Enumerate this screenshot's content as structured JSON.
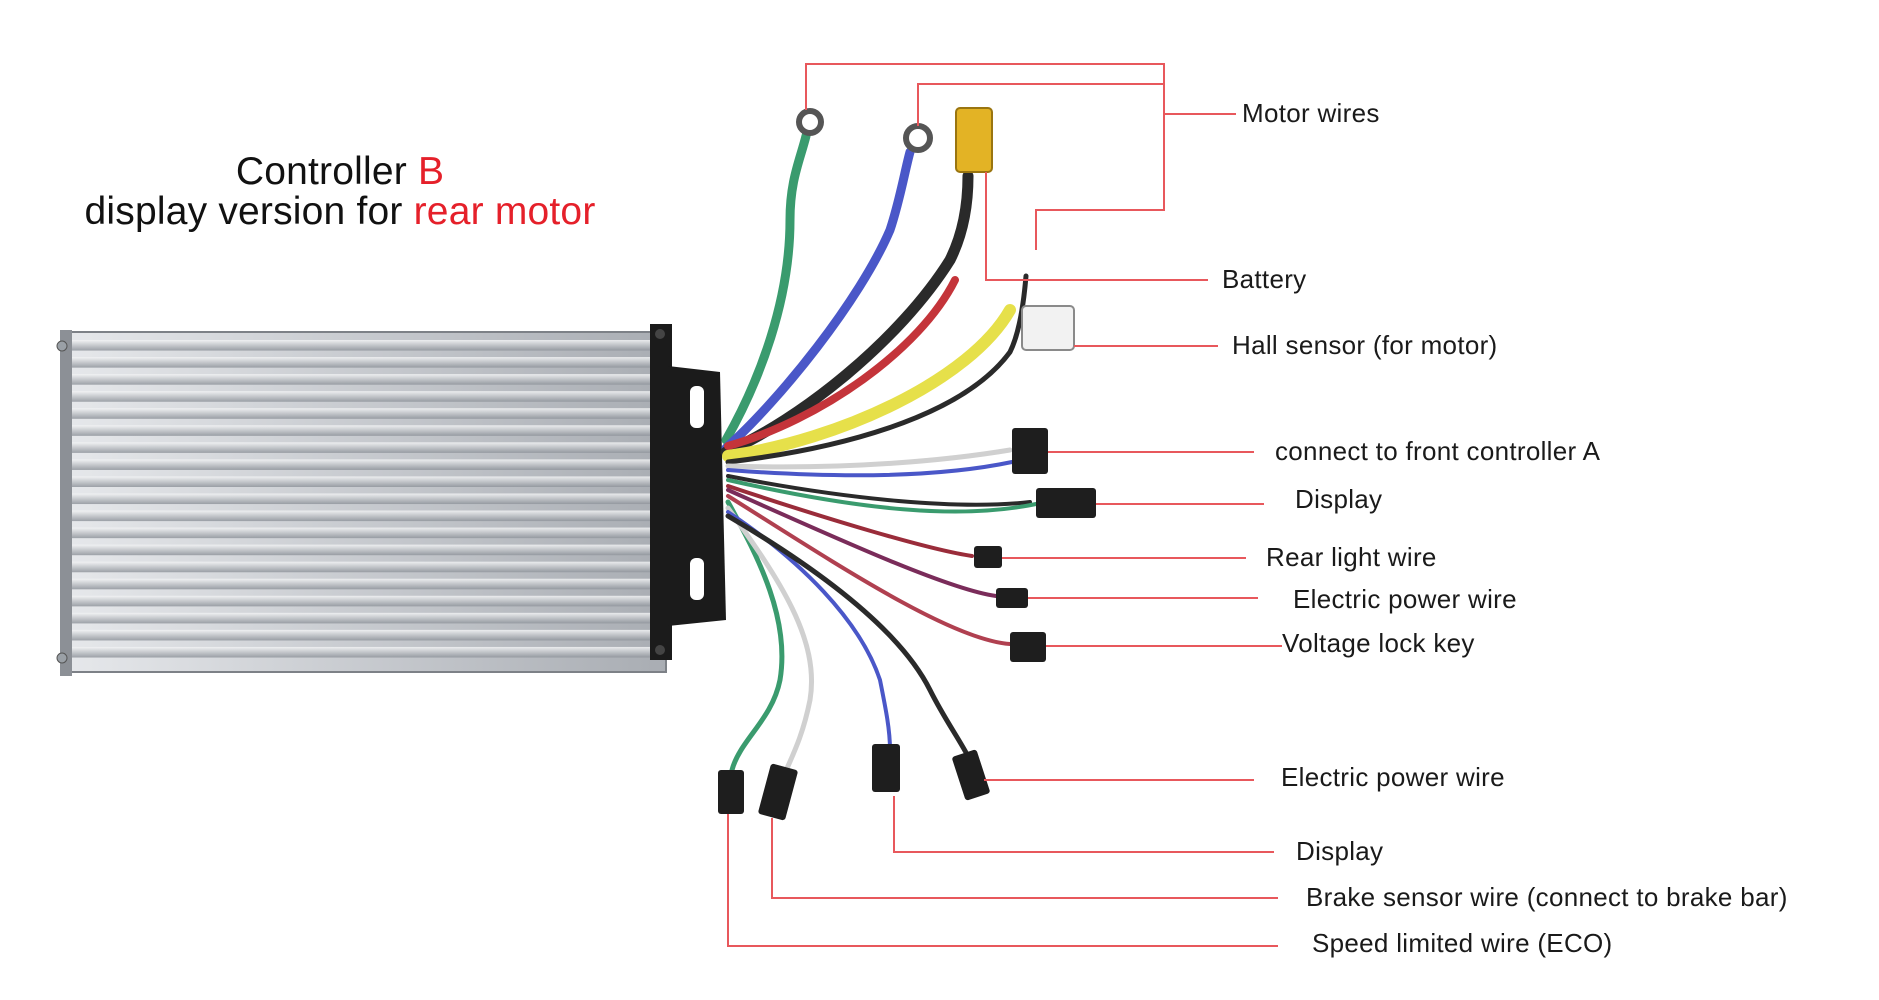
{
  "title": {
    "line1_prefix": "Controller ",
    "line1_highlight": "B",
    "line2_prefix": "display version for ",
    "line2_highlight": "rear motor"
  },
  "colors": {
    "highlight": "#e5202a",
    "leader_line": "#e8585c",
    "heatsink": "#c9ccd1",
    "bracket": "#1b1b1b"
  },
  "labels": {
    "motor_wires": "Motor wires",
    "battery": "Battery",
    "hall_sensor": "Hall sensor (for motor)",
    "front_controller": "connect to front controller A",
    "display_top": "Display",
    "rear_light": "Rear light wire",
    "electric_power_1": "Electric power wire",
    "voltage_lock": "Voltage lock key",
    "electric_power_2": "Electric power wire",
    "display_bottom": "Display",
    "brake_sensor": "Brake sensor wire (connect to brake bar)",
    "speed_limited": "Speed limited wire (ECO)"
  }
}
